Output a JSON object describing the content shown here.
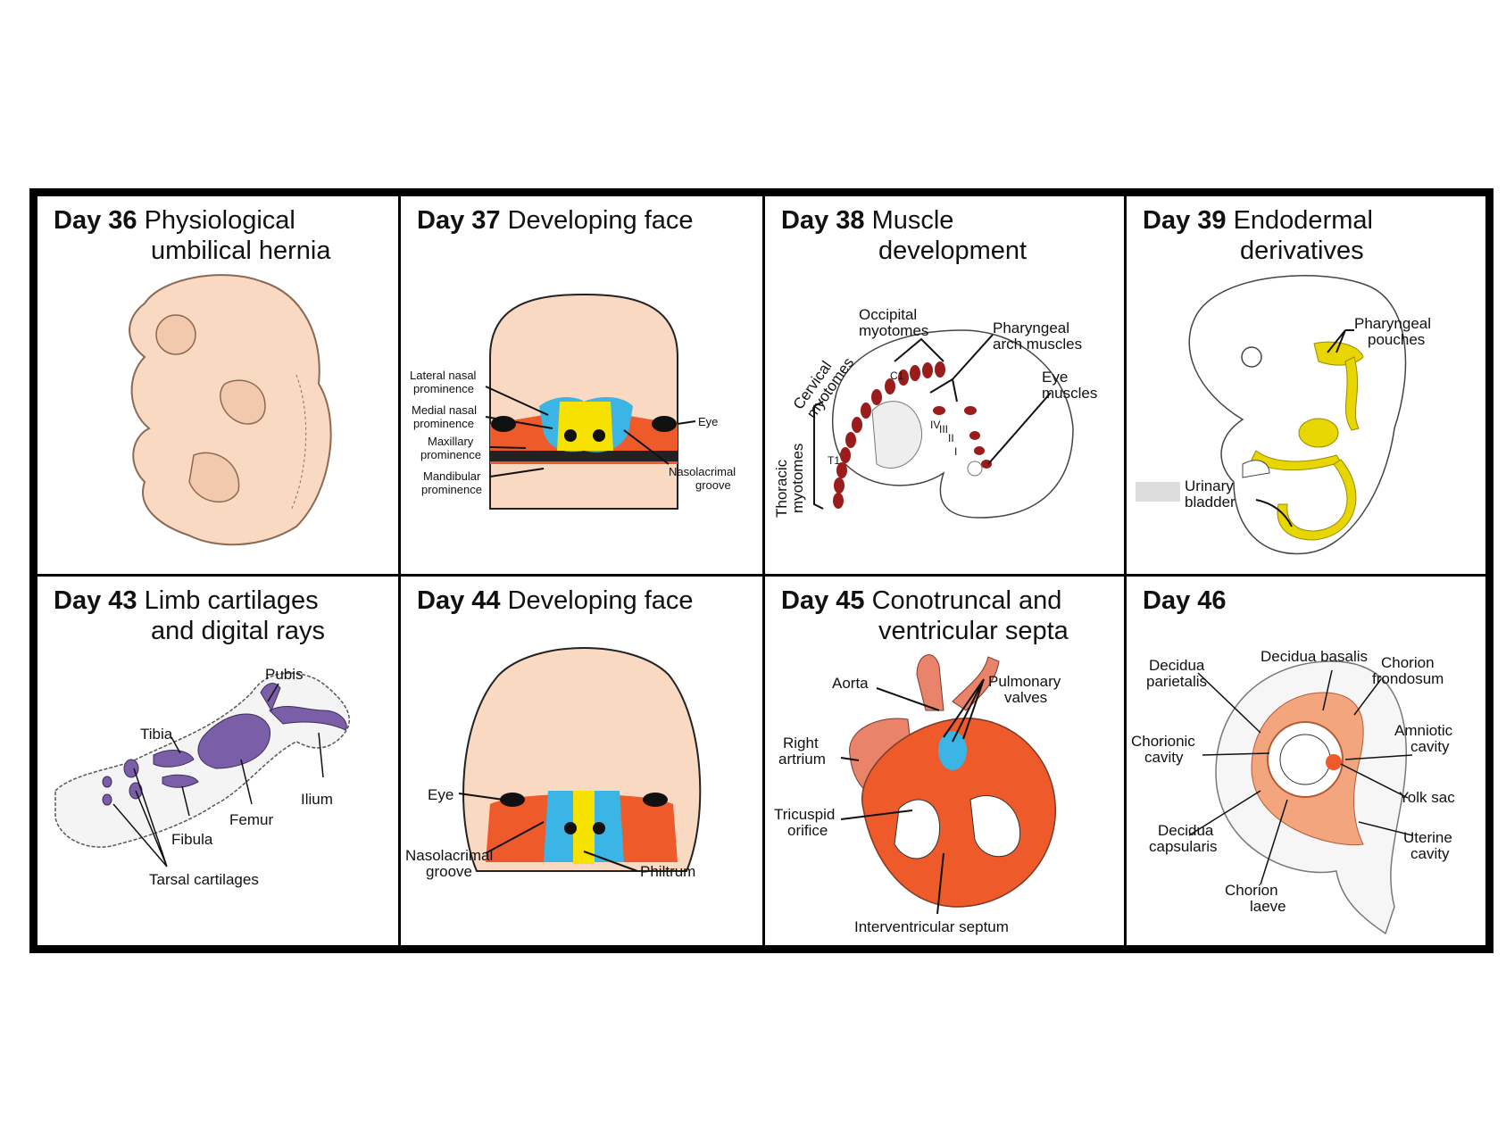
{
  "panels": [
    {
      "day": "Day 36",
      "title_line1": "Physiological",
      "title_line2": "umbilical hernia",
      "labels": {}
    },
    {
      "day": "Day 37",
      "title_line1": "Developing face",
      "title_line2": "",
      "labels": {
        "lateral_nasal": [
          "Lateral nasal",
          "prominence"
        ],
        "medial_nasal": [
          "Medial nasal",
          "prominence"
        ],
        "maxillary": [
          "Maxillary",
          "prominence"
        ],
        "mandibular": [
          "Mandibular",
          "prominence"
        ],
        "eye": "Eye",
        "nasolacrimal": [
          "Nasolacrimal",
          "groove"
        ]
      }
    },
    {
      "day": "Day 38",
      "title_line1": "Muscle",
      "title_line2": "development",
      "labels": {
        "occipital": [
          "Occipital",
          "myotomes"
        ],
        "pharyngeal_arch": [
          "Pharyngeal",
          "arch muscles"
        ],
        "eye_muscles": [
          "Eye",
          "muscles"
        ],
        "cervical": [
          "Cervical",
          "myotomes"
        ],
        "thoracic": [
          "Thoracic",
          "myotomes"
        ],
        "c1": "C1",
        "t1": "T1",
        "iv": "IV",
        "iii": "III",
        "ii": "II",
        "i": "I"
      }
    },
    {
      "day": "Day 39",
      "title_line1": "Endodermal",
      "title_line2": "derivatives",
      "labels": {
        "pharyngeal_pouches": [
          "Pharyngeal",
          "pouches"
        ],
        "urinary_bladder": [
          "Urinary",
          "bladder"
        ]
      }
    },
    {
      "day": "Day 43",
      "title_line1": "Limb cartilages",
      "title_line2": "and digital rays",
      "labels": {
        "pubis": "Pubis",
        "tibia": "Tibia",
        "ilium": "Ilium",
        "femur": "Femur",
        "fibula": "Fibula",
        "tarsal": "Tarsal cartilages"
      }
    },
    {
      "day": "Day 44",
      "title_line1": "Developing face",
      "title_line2": "",
      "labels": {
        "eye": "Eye",
        "nasolacrimal": [
          "Nasolacrimal",
          "groove"
        ],
        "philtrum": "Philtrum"
      }
    },
    {
      "day": "Day 45",
      "title_line1": "Conotruncal and",
      "title_line2": "ventricular septa",
      "labels": {
        "aorta": "Aorta",
        "pulmonary": [
          "Pulmonary",
          "valves"
        ],
        "right_atrium": [
          "Right",
          "artrium"
        ],
        "tricuspid": [
          "Tricuspid",
          "orifice"
        ],
        "interventricular": "Interventricular septum"
      }
    },
    {
      "day": "Day 46",
      "title_line1": "",
      "title_line2": "",
      "labels": {
        "decidua_basalis": "Decidua basalis",
        "decidua_parietalis": [
          "Decidua",
          "parietalis"
        ],
        "chorion_frondosum": [
          "Chorion",
          "frondosum"
        ],
        "chorionic_cavity": [
          "Chorionic",
          "cavity"
        ],
        "amniotic_cavity": [
          "Amniotic",
          "cavity"
        ],
        "yolk_sac": "Yolk sac",
        "decidua_capsularis": [
          "Decidua",
          "capsularis"
        ],
        "uterine_cavity": [
          "Uterine",
          "cavity"
        ],
        "chorion_laeve": [
          "Chorion",
          "laeve"
        ]
      }
    }
  ],
  "colors": {
    "skin": "#f9d9c2",
    "blue": "#3ab5e6",
    "yellow": "#f7e100",
    "orange": "#ee5a2a",
    "red": "#9b1c1c",
    "purple": "#7a5fa8",
    "endo_yellow": "#e8d600",
    "heart": "#e9836a"
  }
}
